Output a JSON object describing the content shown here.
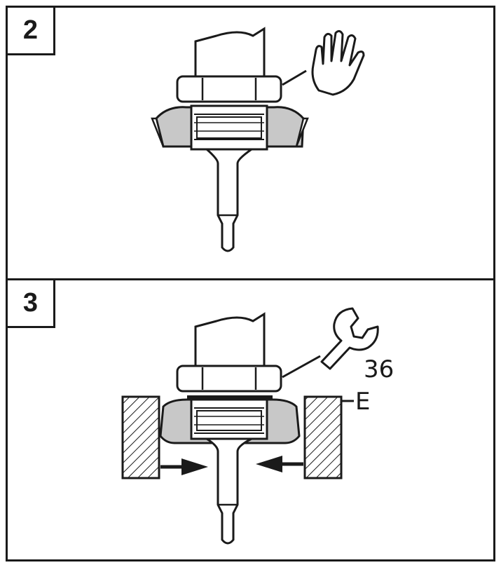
{
  "panels": [
    {
      "step": "2",
      "tool_icon": "hand-icon"
    },
    {
      "step": "3",
      "tool_icon": "wrench-icon",
      "wrench_size": "36",
      "part_label": "E"
    }
  ],
  "colors": {
    "line": "#1a1a1a",
    "fill_grey": "#c8c8c8",
    "background": "#ffffff"
  }
}
